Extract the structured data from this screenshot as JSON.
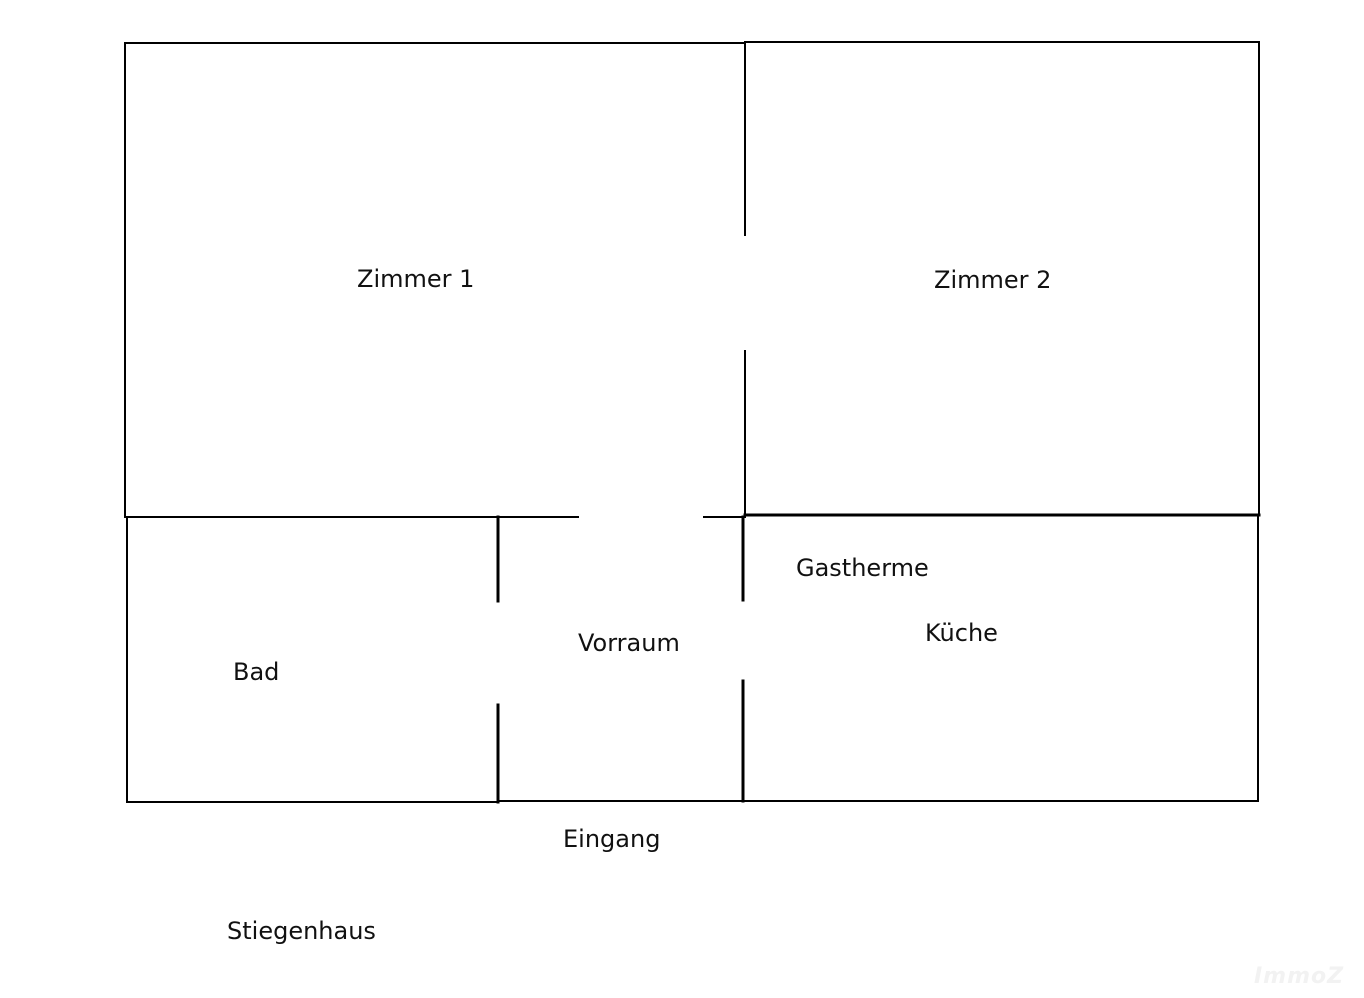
{
  "rooms": {
    "zimmer1": "Zimmer 1",
    "zimmer2": "Zimmer 2",
    "bad": "Bad",
    "vorraum": "Vorraum",
    "gastherme": "Gastherme",
    "kueche": "Küche"
  },
  "outside": {
    "eingang": "Eingang",
    "stiegenhaus": "Stiegenhaus"
  },
  "watermark": "ImmoZ"
}
